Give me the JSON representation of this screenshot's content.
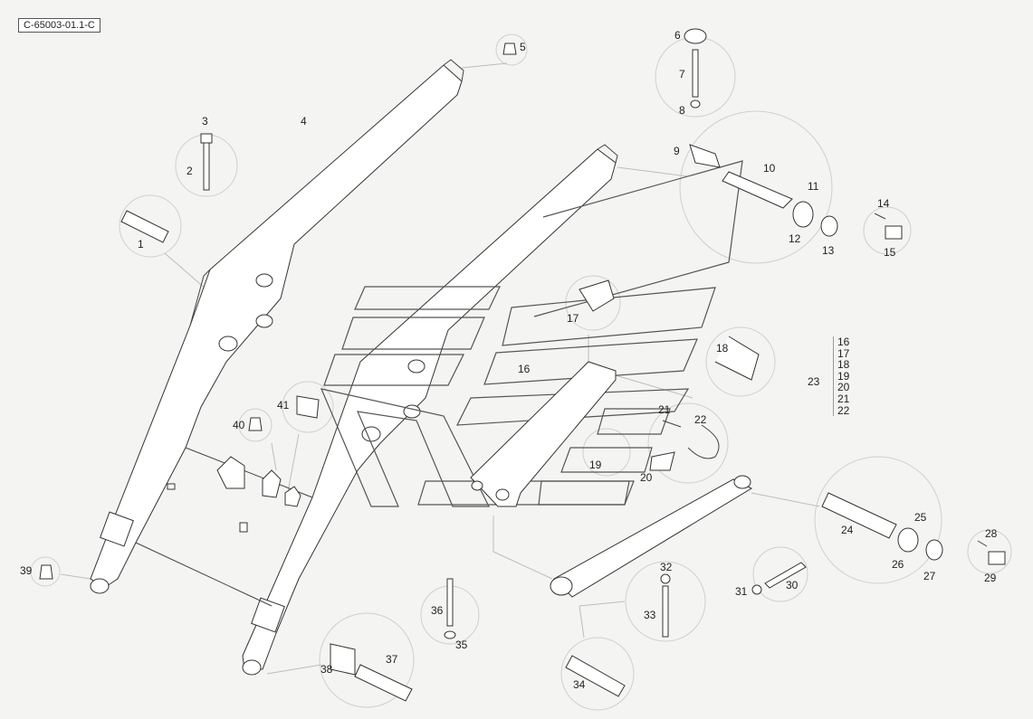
{
  "drawing_ref": "C-65003-01.1-C",
  "part_numbers": [
    "1",
    "2",
    "3",
    "4",
    "5",
    "6",
    "7",
    "8",
    "9",
    "10",
    "11",
    "12",
    "13",
    "14",
    "15",
    "17",
    "18",
    "19",
    "20",
    "21",
    "22",
    "24",
    "25",
    "26",
    "27",
    "28",
    "29",
    "30",
    "31",
    "32",
    "33",
    "34",
    "35",
    "36",
    "37",
    "38",
    "39",
    "40",
    "41"
  ],
  "decal_label": "16",
  "group": {
    "number": "23",
    "members": [
      "16",
      "17",
      "18",
      "19",
      "20",
      "21",
      "22"
    ]
  }
}
